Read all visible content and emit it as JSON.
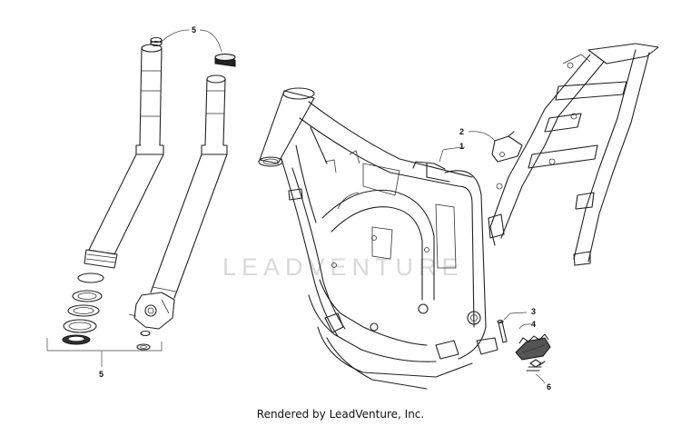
{
  "watermark": {
    "text": "LEADVENTURE"
  },
  "callouts": {
    "fork_top_caps": "5",
    "fork_bottom_set": "5",
    "frame": "1",
    "subframe": "2",
    "footpeg_pin": "3",
    "footpeg": "4",
    "footpeg_spring": "6"
  },
  "footer": {
    "caption": "Rendered by LeadVenture, Inc."
  }
}
